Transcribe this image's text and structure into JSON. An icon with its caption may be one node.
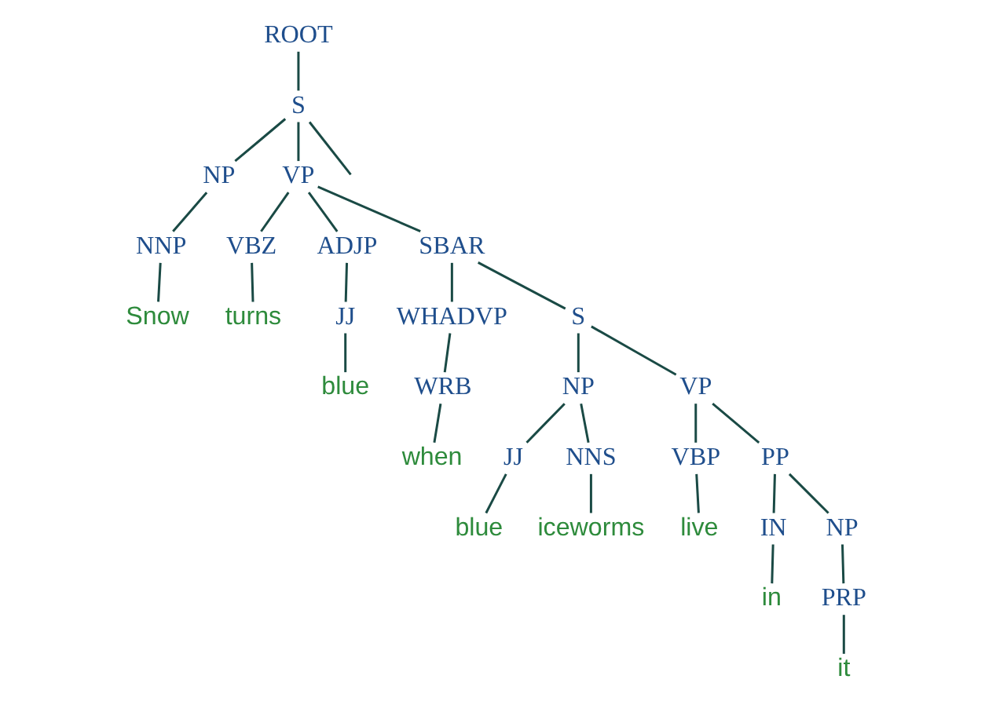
{
  "diagram": {
    "nodes": [
      {
        "text": [
          "ROOT"
        ]
      },
      {
        "text": [
          "S"
        ]
      },
      {
        "text": [
          "NP"
        ]
      },
      {
        "text": [
          "VP"
        ]
      },
      {
        "text": [
          "NNP"
        ]
      },
      {
        "text": [
          "VBZ"
        ]
      },
      {
        "text": [
          "ADJP"
        ]
      },
      {
        "text": [
          "SBAR"
        ]
      },
      {
        "text": [
          "Snow"
        ]
      },
      {
        "text": [
          "turns"
        ]
      },
      {
        "text": [
          "JJ"
        ]
      },
      {
        "text": [
          "WHADVP"
        ]
      },
      {
        "text": [
          "S"
        ]
      },
      {
        "text": [
          "blue"
        ]
      },
      {
        "text": [
          "WRB"
        ]
      },
      {
        "text": [
          "NP"
        ]
      },
      {
        "text": [
          "VP"
        ]
      },
      {
        "text": [
          "when"
        ]
      },
      {
        "text": [
          "JJ"
        ]
      },
      {
        "text": [
          "NNS"
        ]
      },
      {
        "text": [
          "VBP"
        ]
      },
      {
        "text": [
          "PP"
        ]
      },
      {
        "text": [
          "blue"
        ]
      },
      {
        "text": [
          "iceworms"
        ]
      },
      {
        "text": [
          "live"
        ]
      },
      {
        "text": [
          "IN"
        ]
      },
      {
        "text": [
          "NP"
        ]
      },
      {
        "text": [
          "in"
        ]
      },
      {
        "text": [
          "PRP"
        ]
      },
      {
        "text": [
          "it"
        ]
      }
    ],
    "edges": [
      {
        "from": 0,
        "to": 1,
        "arrow": "none"
      },
      {
        "from": 1,
        "to": 2,
        "arrow": "none"
      },
      {
        "from": 1,
        "to": 3,
        "arrow": "none"
      },
      {
        "from": 1,
        "to": null,
        "arrow": "none"
      },
      {
        "from": 2,
        "to": 4,
        "arrow": "none"
      },
      {
        "from": 3,
        "to": 5,
        "arrow": "none"
      },
      {
        "from": 3,
        "to": 6,
        "arrow": "none"
      },
      {
        "from": 3,
        "to": 7,
        "arrow": "none"
      },
      {
        "from": 4,
        "to": 8,
        "arrow": "none"
      },
      {
        "from": 5,
        "to": 9,
        "arrow": "none"
      },
      {
        "from": 6,
        "to": 10,
        "arrow": "none"
      },
      {
        "from": 7,
        "to": 11,
        "arrow": "none"
      },
      {
        "from": 7,
        "to": 12,
        "arrow": "none"
      },
      {
        "from": 10,
        "to": 13,
        "arrow": "none"
      },
      {
        "from": 11,
        "to": 14,
        "arrow": "none"
      },
      {
        "from": 12,
        "to": 15,
        "arrow": "none"
      },
      {
        "from": 12,
        "to": 16,
        "arrow": "none"
      },
      {
        "from": 14,
        "to": 17,
        "arrow": "none"
      },
      {
        "from": 15,
        "to": 18,
        "arrow": "none"
      },
      {
        "from": 15,
        "to": 19,
        "arrow": "none"
      },
      {
        "from": 16,
        "to": 20,
        "arrow": "none"
      },
      {
        "from": 16,
        "to": 21,
        "arrow": "none"
      },
      {
        "from": 18,
        "to": 22,
        "arrow": "none"
      },
      {
        "from": 19,
        "to": 23,
        "arrow": "none"
      },
      {
        "from": 20,
        "to": 24,
        "arrow": "none"
      },
      {
        "from": 21,
        "to": 25,
        "arrow": "none"
      },
      {
        "from": 21,
        "to": 26,
        "arrow": "none"
      },
      {
        "from": 25,
        "to": 27,
        "arrow": "none"
      },
      {
        "from": 26,
        "to": 28,
        "arrow": "none"
      },
      {
        "from": 28,
        "to": 29,
        "arrow": "none"
      }
    ]
  }
}
